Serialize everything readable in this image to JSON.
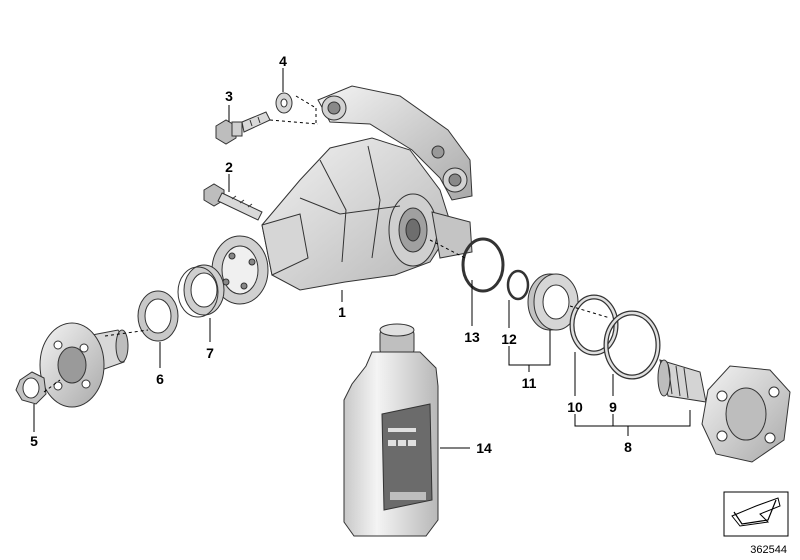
{
  "labels": {
    "l1": "1",
    "l2": "2",
    "l3": "3",
    "l4": "4",
    "l5": "5",
    "l6": "6",
    "l7": "7",
    "l8": "8",
    "l9": "9",
    "l10": "10",
    "l11": "11",
    "l12": "12",
    "l13": "13",
    "l14": "14"
  },
  "diagram_id": "362544",
  "colors": {
    "part_fill": "#e6e6e6",
    "part_shade": "#bdbdbd",
    "part_dark": "#8c8c8c",
    "bottle": "#d9d9d9",
    "label_panel": "#6b6b6b"
  }
}
